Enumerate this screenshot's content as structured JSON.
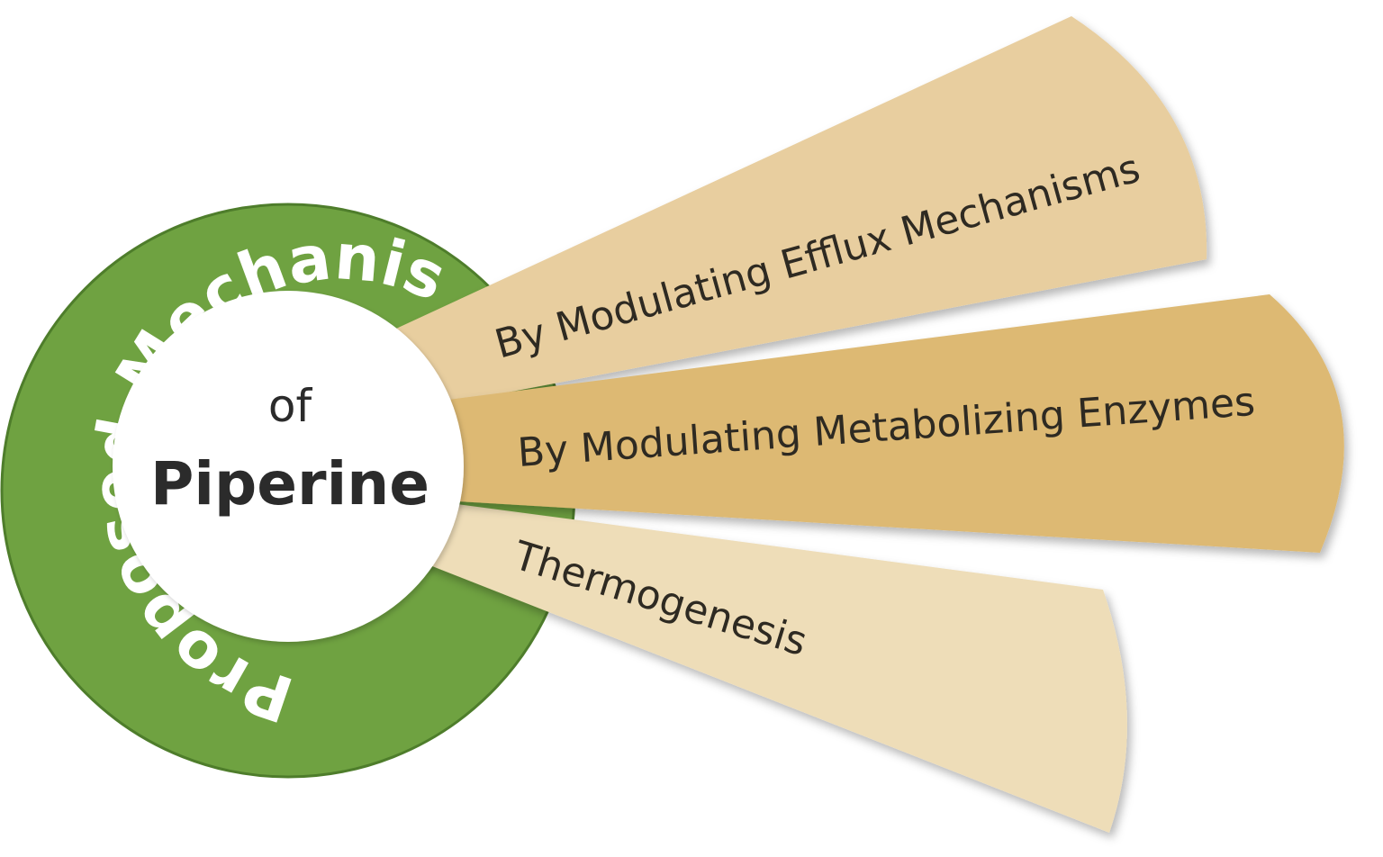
{
  "diagram": {
    "ring_title": "Proposed Mechanism of Action",
    "center_small": "of",
    "center_big": "Piperine",
    "blades": [
      {
        "label": "By Modulating Efflux Mechanisms"
      },
      {
        "label": "By Modulating Metabolizing Enzymes"
      },
      {
        "label": "Thermogenesis"
      }
    ]
  },
  "colors": {
    "ring": "#6FA241",
    "ring_outline": "#4E7D2B",
    "center": "#ffffff",
    "blade_top": "#E8CE9F",
    "blade_middle": "#DDB973",
    "blade_bottom": "#EEDDB8",
    "text_dark": "#2e2a22",
    "text_light": "#ffffff"
  }
}
